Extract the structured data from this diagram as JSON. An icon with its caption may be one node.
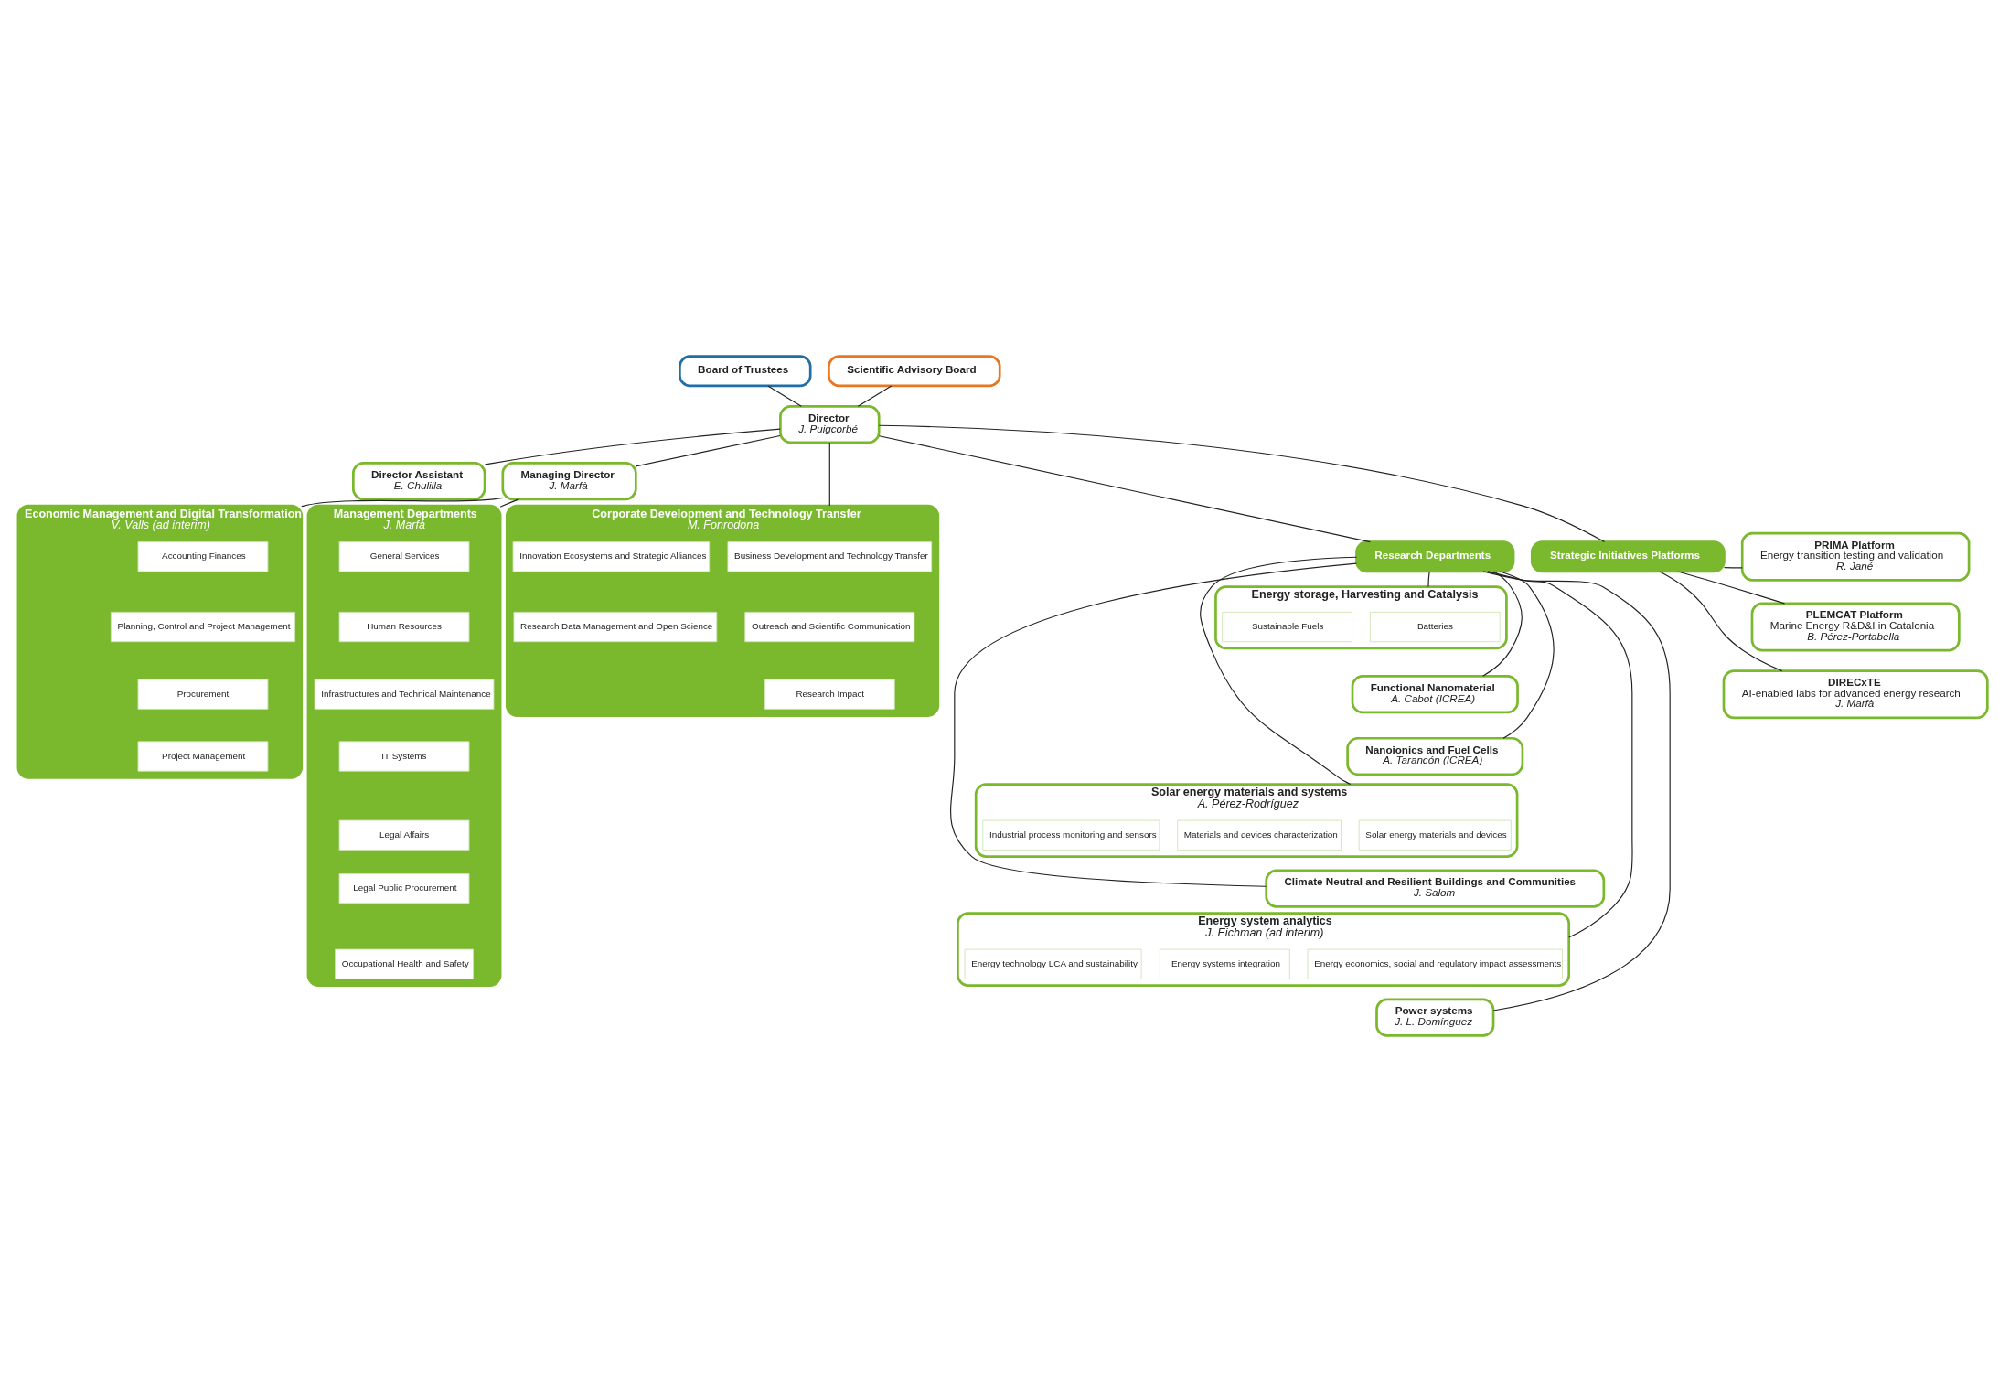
{
  "diagram": {
    "nodes": [
      {
        "text": [
          "Board of Trustees"
        ]
      },
      {
        "text": [
          "Scientific Advisory Board"
        ]
      },
      {
        "text": [
          "Director",
          "J. Puigcorbé"
        ]
      },
      {
        "text": [
          "Director Assistant",
          "E. Chulilla"
        ]
      },
      {
        "text": [
          "Managing Director",
          "J. Marfà"
        ]
      },
      {
        "text": [
          "Research Departments"
        ]
      },
      {
        "text": [
          "Energy storage, Harvesting and Catalysis"
        ]
      },
      {
        "text": [
          "Batteries"
        ],
        "in": 6
      },
      {
        "text": [
          "Sustainable Fuels"
        ],
        "in": 6
      },
      {
        "text": [
          "Functional Nanomaterial",
          "A. Cabot (ICREA)"
        ]
      },
      {
        "text": [
          "Nanoionics and Fuel Cells",
          "A. Tarancón (ICREA)"
        ]
      },
      {
        "text": [
          "Solar energy materials and systems",
          "A. Pérez-Rodríguez"
        ]
      },
      {
        "text": [
          "Solar energy materials and devices"
        ],
        "in": 11
      },
      {
        "text": [
          "Materials and devices characterization"
        ],
        "in": 11
      },
      {
        "text": [
          "Industrial process monitoring and sensors"
        ],
        "in": 11
      },
      {
        "text": [
          "Climate Neutral and Resilient Buildings and Communities",
          "J. Salom"
        ]
      },
      {
        "text": [
          "Energy system analytics",
          "J. Eichman (ad interim)"
        ]
      },
      {
        "text": [
          "Energy economics, social and regulatory impact assessments"
        ],
        "in": 16
      },
      {
        "text": [
          "Energy systems integration"
        ],
        "in": 16
      },
      {
        "text": [
          "Energy technology LCA and sustainability"
        ],
        "in": 16
      },
      {
        "text": [
          "Power systems",
          "J. L. Domínguez"
        ]
      },
      {
        "text": [
          "Strategic Initiatives Platforms"
        ]
      },
      {
        "text": [
          "PRIMA Platform",
          "Energy transition testing and validation",
          "R. Jané"
        ]
      },
      {
        "text": [
          "PLEMCAT Platform",
          "Marine Energy R&D&I in Catalonia",
          "B. Pérez-Portabella"
        ]
      },
      {
        "text": [
          "DIRECxTE",
          "AI-enabled labs for advanced energy research",
          "J. Marfà"
        ]
      },
      {
        "text": [
          "Corporate Development and Technology Transfer",
          "M. Fonrodona"
        ]
      },
      {
        "text": [
          "Business Development and Technology Transfer"
        ],
        "in": 25
      },
      {
        "text": [
          "Innovation Ecosystems and Strategic Alliances"
        ],
        "in": 25
      },
      {
        "text": [
          "Outreach and Scientific Communication"
        ],
        "in": 25
      },
      {
        "text": [
          "Research Data Management and Open Science"
        ],
        "in": 25
      },
      {
        "text": [
          "Research Impact"
        ],
        "in": 25
      },
      {
        "text": [
          "Economic Management and Digital Transformation",
          "V. Valls (ad interim)"
        ]
      },
      {
        "text": [
          "Accounting Finances"
        ],
        "in": 31
      },
      {
        "text": [
          "Planning, Control and Project Management"
        ],
        "in": 31
      },
      {
        "text": [
          "Procurement"
        ],
        "in": 31
      },
      {
        "text": [
          "Project Management"
        ],
        "in": 31
      },
      {
        "text": [
          "Management Departments",
          "J. Marfà"
        ]
      },
      {
        "text": [
          "General Services"
        ],
        "in": 36
      },
      {
        "text": [
          "Human Resources"
        ],
        "in": 36
      },
      {
        "text": [
          "Infrastructures and Technical Maintenance"
        ],
        "in": 36
      },
      {
        "text": [
          "IT Systems"
        ],
        "in": 36
      },
      {
        "text": [
          "Legal Affairs"
        ],
        "in": 36
      },
      {
        "text": [
          "Legal Public Procurement"
        ],
        "in": 36
      },
      {
        "text": [
          "Occupational Health and Safety"
        ],
        "in": 36
      }
    ],
    "edges": [
      {
        "from": 0,
        "to": 2,
        "arrow": "none"
      },
      {
        "from": 1,
        "to": 2,
        "arrow": "none"
      },
      {
        "from": 2,
        "to": 3,
        "arrow": "none"
      },
      {
        "from": 2,
        "to": 4,
        "arrow": "none"
      },
      {
        "from": 2,
        "to": 5,
        "arrow": "none"
      },
      {
        "from": 2,
        "to": 21,
        "arrow": "none"
      },
      {
        "from": 2,
        "to": 25,
        "arrow": "none"
      },
      {
        "from": 4,
        "to": 31,
        "arrow": "none"
      },
      {
        "from": 4,
        "to": 36,
        "arrow": "none"
      },
      {
        "from": 5,
        "to": 6,
        "arrow": "none"
      },
      {
        "from": 5,
        "to": 9,
        "arrow": "none"
      },
      {
        "from": 5,
        "to": 10,
        "arrow": "none"
      },
      {
        "from": 5,
        "to": 11,
        "arrow": "none"
      },
      {
        "from": 5,
        "to": 15,
        "arrow": "none"
      },
      {
        "from": 5,
        "to": 16,
        "arrow": "none"
      },
      {
        "from": 5,
        "to": 20,
        "arrow": "none"
      },
      {
        "from": 21,
        "to": 22,
        "arrow": "none"
      },
      {
        "from": 21,
        "to": 23,
        "arrow": "none"
      },
      {
        "from": 21,
        "to": 24,
        "arrow": "none"
      }
    ]
  }
}
